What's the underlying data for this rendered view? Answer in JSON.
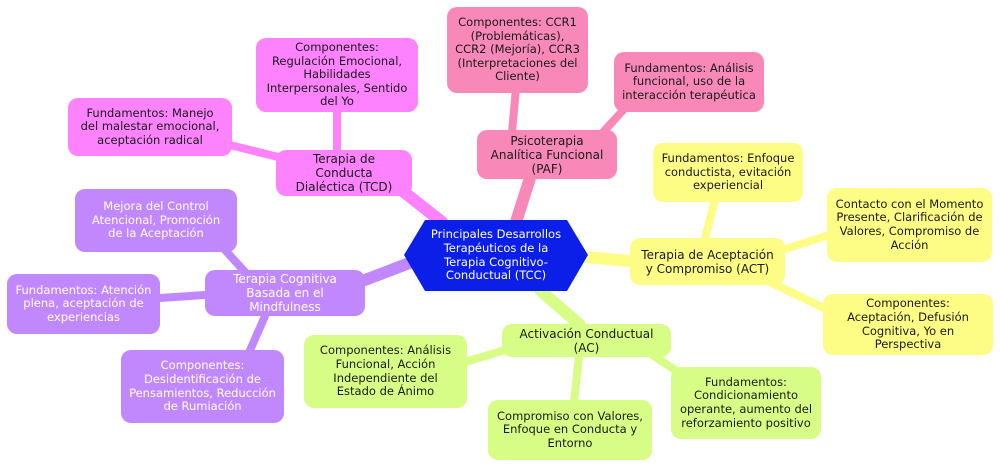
{
  "colors": {
    "root": "#0b1fe8",
    "tcd": "#fd82fd",
    "paf": "#f888b8",
    "act": "#fdfd86",
    "ac": "#d7fd86",
    "mindfulness": "#c188fd"
  },
  "root": {
    "label": "Principales Desarrollos Terapéuticos de la Terapia Cognitivo-Conductual (TCC)"
  },
  "branches": {
    "tcd": {
      "label": "Terapia de Conducta Dialéctica (TCD)",
      "components": "Componentes: Regulación Emocional, Habilidades Interpersonales, Sentido del Yo",
      "fundamentals": "Fundamentos: Manejo del malestar emocional, aceptación radical"
    },
    "paf": {
      "label": "Psicoterapia Analítica Funcional (PAF)",
      "components": "Componentes: CCR1 (Problemáticas), CCR2 (Mejoría), CCR3 (Interpretaciones del Cliente)",
      "fundamentals": "Fundamentos: Análisis funcional, uso de la interacción terapéutica"
    },
    "act": {
      "label": "Terapia de Aceptación y Compromiso (ACT)",
      "fundamentals": "Fundamentos: Enfoque conductista, evitación experiencial",
      "contact": "Contacto con el Momento Presente, Clarificación de Valores, Compromiso de Acción",
      "components": "Componentes: Aceptación, Defusión Cognitiva, Yo en Perspectiva"
    },
    "ac": {
      "label": "Activación Conductual (AC)",
      "components": "Componentes: Análisis Funcional, Acción Independiente del Estado de Ánimo",
      "values": "Compromiso con Valores, Enfoque en Conducta y Entorno",
      "fundamentals": "Fundamentos: Condicionamiento operante, aumento del reforzamiento positivo"
    },
    "mindfulness": {
      "label": "Terapia Cognitiva Basada en el Mindfulness",
      "improvement": "Mejora del Control Atencional, Promoción de la Aceptación",
      "fundamentals": "Fundamentos: Atención plena, aceptación de experiencias",
      "components": "Componentes: Desidentificación de Pensamientos, Reducción de Rumiación"
    }
  }
}
